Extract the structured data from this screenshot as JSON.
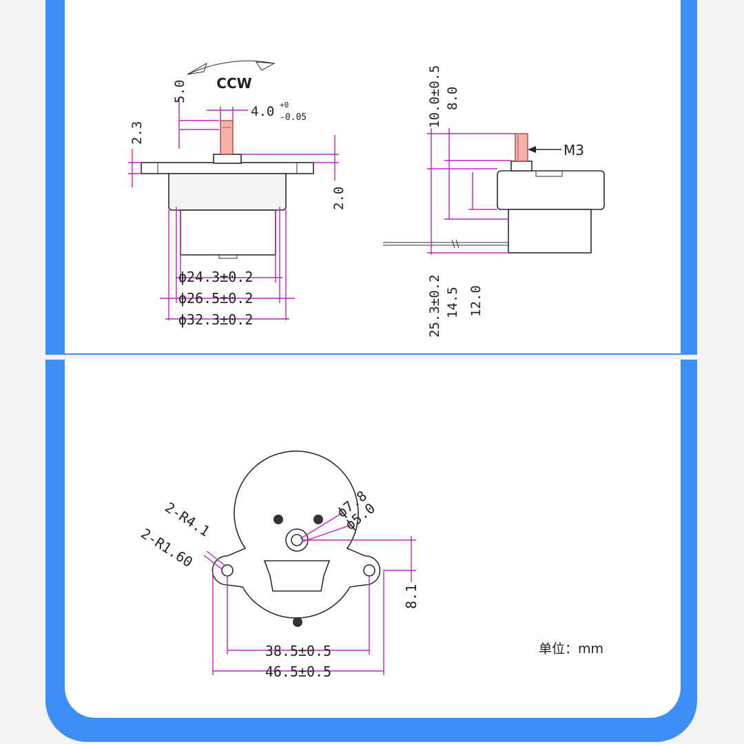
{
  "colors": {
    "frame": "#3e8ef7",
    "paper": "#ffffff",
    "dimension_line": "#c020c0",
    "shaft": "#e05a5a",
    "outline": "#2a2a2a"
  },
  "front_view": {
    "rotation_label": "CCW",
    "dims": {
      "top_gap": "5.0",
      "shaft_flat_base": "4.0",
      "shaft_flat_tol_upper": "+0",
      "shaft_flat_tol_lower": "-0.05",
      "flange_thickness": "2.3",
      "boss_height": "2.0",
      "dia_1": "ϕ24.3±0.2",
      "dia_2": "ϕ26.5±0.2",
      "dia_3": "ϕ32.3±0.2"
    }
  },
  "side_view": {
    "thread_label": "M3",
    "dims": {
      "shaft_length": "10.0±0.5",
      "thread_length": "8.0",
      "total_height": "25.3±0.2",
      "body_a": "14.5",
      "body_b": "12.0"
    }
  },
  "bottom_view": {
    "dims": {
      "hole_r_outer": "2-R4.1",
      "hole_r_inner": "2-R1.60",
      "boss_dia": "ϕ7.8",
      "shaft_dia": "ϕ5.0",
      "offset": "8.1",
      "hole_pitch": "38.5±0.5",
      "overall_width": "46.5±0.5"
    },
    "unit_label": "单位：mm"
  }
}
